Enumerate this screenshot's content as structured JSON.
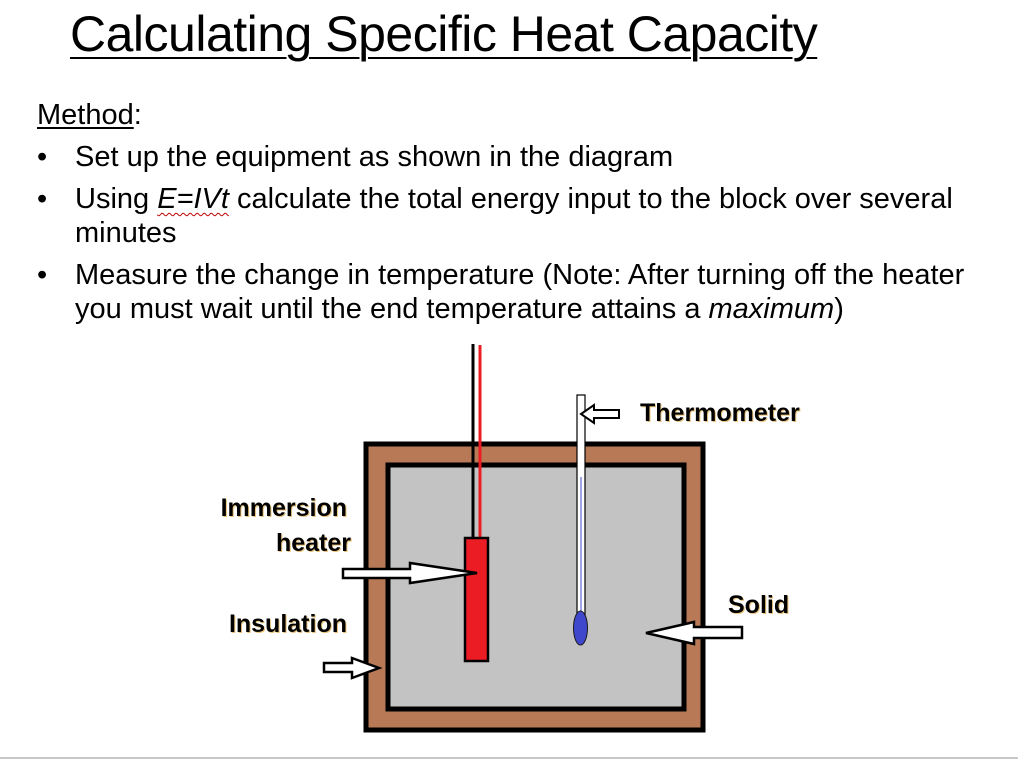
{
  "slide": {
    "title": "Calculating Specific Heat Capacity",
    "method_label": "Method",
    "method_colon": ":",
    "bullets": [
      {
        "text": "Set up the equipment as shown in the diagram"
      },
      {
        "prefix": "Using ",
        "formula": "E=IVt",
        "suffix": " calculate the total energy input to the block over several minutes"
      },
      {
        "prefix": "Measure the change in temperature (Note: After turning off the heater you must wait until the end temperature attains a ",
        "emphasis": "maximum",
        "suffix": ")"
      }
    ],
    "bullet_glyph": "•"
  },
  "diagram": {
    "labels": {
      "thermometer": "Thermometer",
      "immersion_heater_line1": "Immersion",
      "immersion_heater_line2": "heater",
      "insulation": "Insulation",
      "solid": "Solid"
    },
    "colors": {
      "insulation": "#b87a56",
      "solid": "#c3c3c3",
      "heater": "#ec1c24",
      "wire_live": "#ec1c24",
      "wire_neutral": "#000000",
      "thermometer_bulb": "#3f48cc",
      "thermometer_line": "#3f48cc",
      "outline": "#000000"
    }
  }
}
